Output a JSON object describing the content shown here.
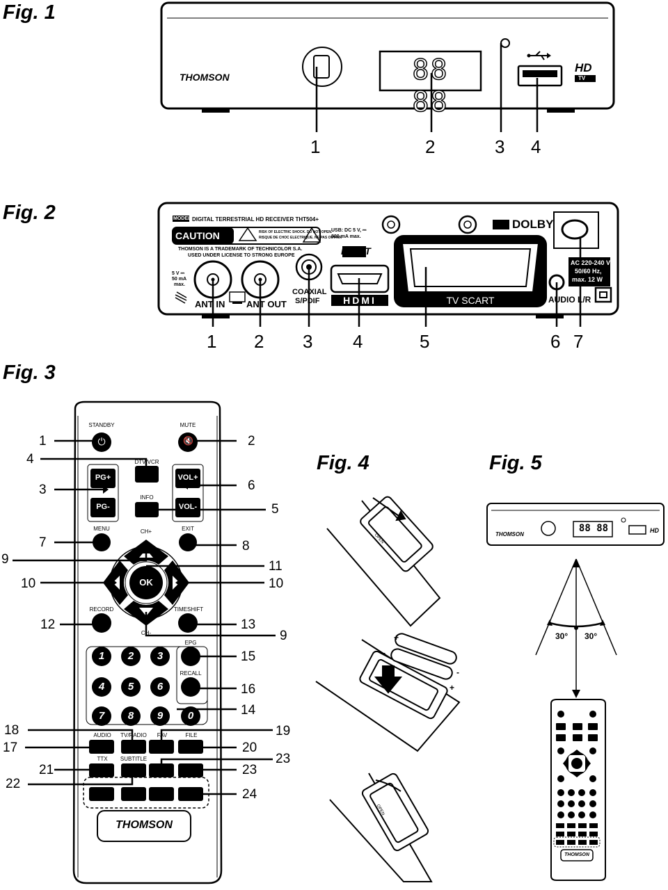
{
  "figures": {
    "fig1": "Fig. 1",
    "fig2": "Fig. 2",
    "fig3": "Fig. 3",
    "fig4": "Fig. 4",
    "fig5": "Fig. 5"
  },
  "front_panel": {
    "brand": "THOMSON",
    "display": "88 88",
    "hd_top": "HD",
    "hd_bottom": "TV",
    "callouts": [
      "1",
      "2",
      "3",
      "4"
    ]
  },
  "rear_panel": {
    "model_tag": "MODEL",
    "model_text": "DIGITAL TERRESTRIAL HD RECEIVER THT504+",
    "caution": "CAUTION",
    "risk_en": "RISK OF ELECTRIC SHOCK. DO NOT OPEN.",
    "risk_fr": "RISQUE DE CHOC ELECTRIQUE. NE PAS OUVRIR",
    "trademark1": "THOMSON IS A TRADEMARK OF TECHNICOLOR S.A.",
    "trademark2": "USED UNDER LICENSE TO STRONG EUROPE",
    "usb_line1": "USB: DC 5 V, ⎓",
    "usb_line2": "800 mA max.",
    "dolby": "DOLBY",
    "dvbt": "DVB-T",
    "ant_power1": "5 V ⎓",
    "ant_power2": "50 mA",
    "ant_power3": "max.",
    "ant_in": "ANT IN",
    "ant_out": "ANT OUT",
    "coaxial1": "COAXIAL",
    "coaxial2": "S/PDIF",
    "hdmi": "HDMI",
    "tv_scart": "TV SCART",
    "audio_lr": "AUDIO L/R",
    "ac1": "AC 220-240 V~",
    "ac2": "50/60 Hz,",
    "ac3": "max. 12 W",
    "callouts": [
      "1",
      "2",
      "3",
      "4",
      "5",
      "6",
      "7"
    ]
  },
  "remote": {
    "labels": {
      "standby": "STANDBY",
      "mute": "MUTE",
      "dtvvcr": "DTV/VCR",
      "info": "INFO",
      "menu": "MENU",
      "exit": "EXIT",
      "ch_plus": "CH+",
      "ch_minus": "CH-",
      "record": "RECORD",
      "timeshift": "TIMESHIFT",
      "epg": "EPG",
      "recall": "RECALL",
      "audio": "AUDIO",
      "tvradio": "TV/RADIO",
      "fav": "FAV",
      "file": "FILE",
      "ttx": "TTX",
      "subtitle": "SUBTITLE"
    },
    "keys": {
      "pg_plus": "PG+",
      "pg_minus": "PG-",
      "vol_plus": "VOL+",
      "vol_minus": "VOL-",
      "ok": "OK",
      "digits": [
        "1",
        "2",
        "3",
        "4",
        "5",
        "6",
        "7",
        "8",
        "9",
        "0"
      ]
    },
    "brand": "THOMSON",
    "callouts": {
      "c1": "1",
      "c2": "2",
      "c3": "3",
      "c4": "4",
      "c5": "5",
      "c6": "6",
      "c7": "7",
      "c8": "8",
      "c9a": "9",
      "c9b": "9",
      "c10a": "10",
      "c10b": "10",
      "c11": "11",
      "c12": "12",
      "c13": "13",
      "c14": "14",
      "c15": "15",
      "c16": "16",
      "c17": "17",
      "c18": "18",
      "c19": "19",
      "c20": "20",
      "c21": "21",
      "c22": "22",
      "c23a": "23",
      "c23b": "23",
      "c24": "24"
    }
  },
  "battery": {
    "open1": "OPEN",
    "open2": "OPEN",
    "plus1": "+",
    "minus1": "-",
    "minus2": "-",
    "plus2": "+"
  },
  "fig5": {
    "brand": "THOMSON",
    "display": "88 88",
    "hd": "HD",
    "angle_left": "30°",
    "angle_right": "30°",
    "remote_brand": "THOMSON"
  }
}
